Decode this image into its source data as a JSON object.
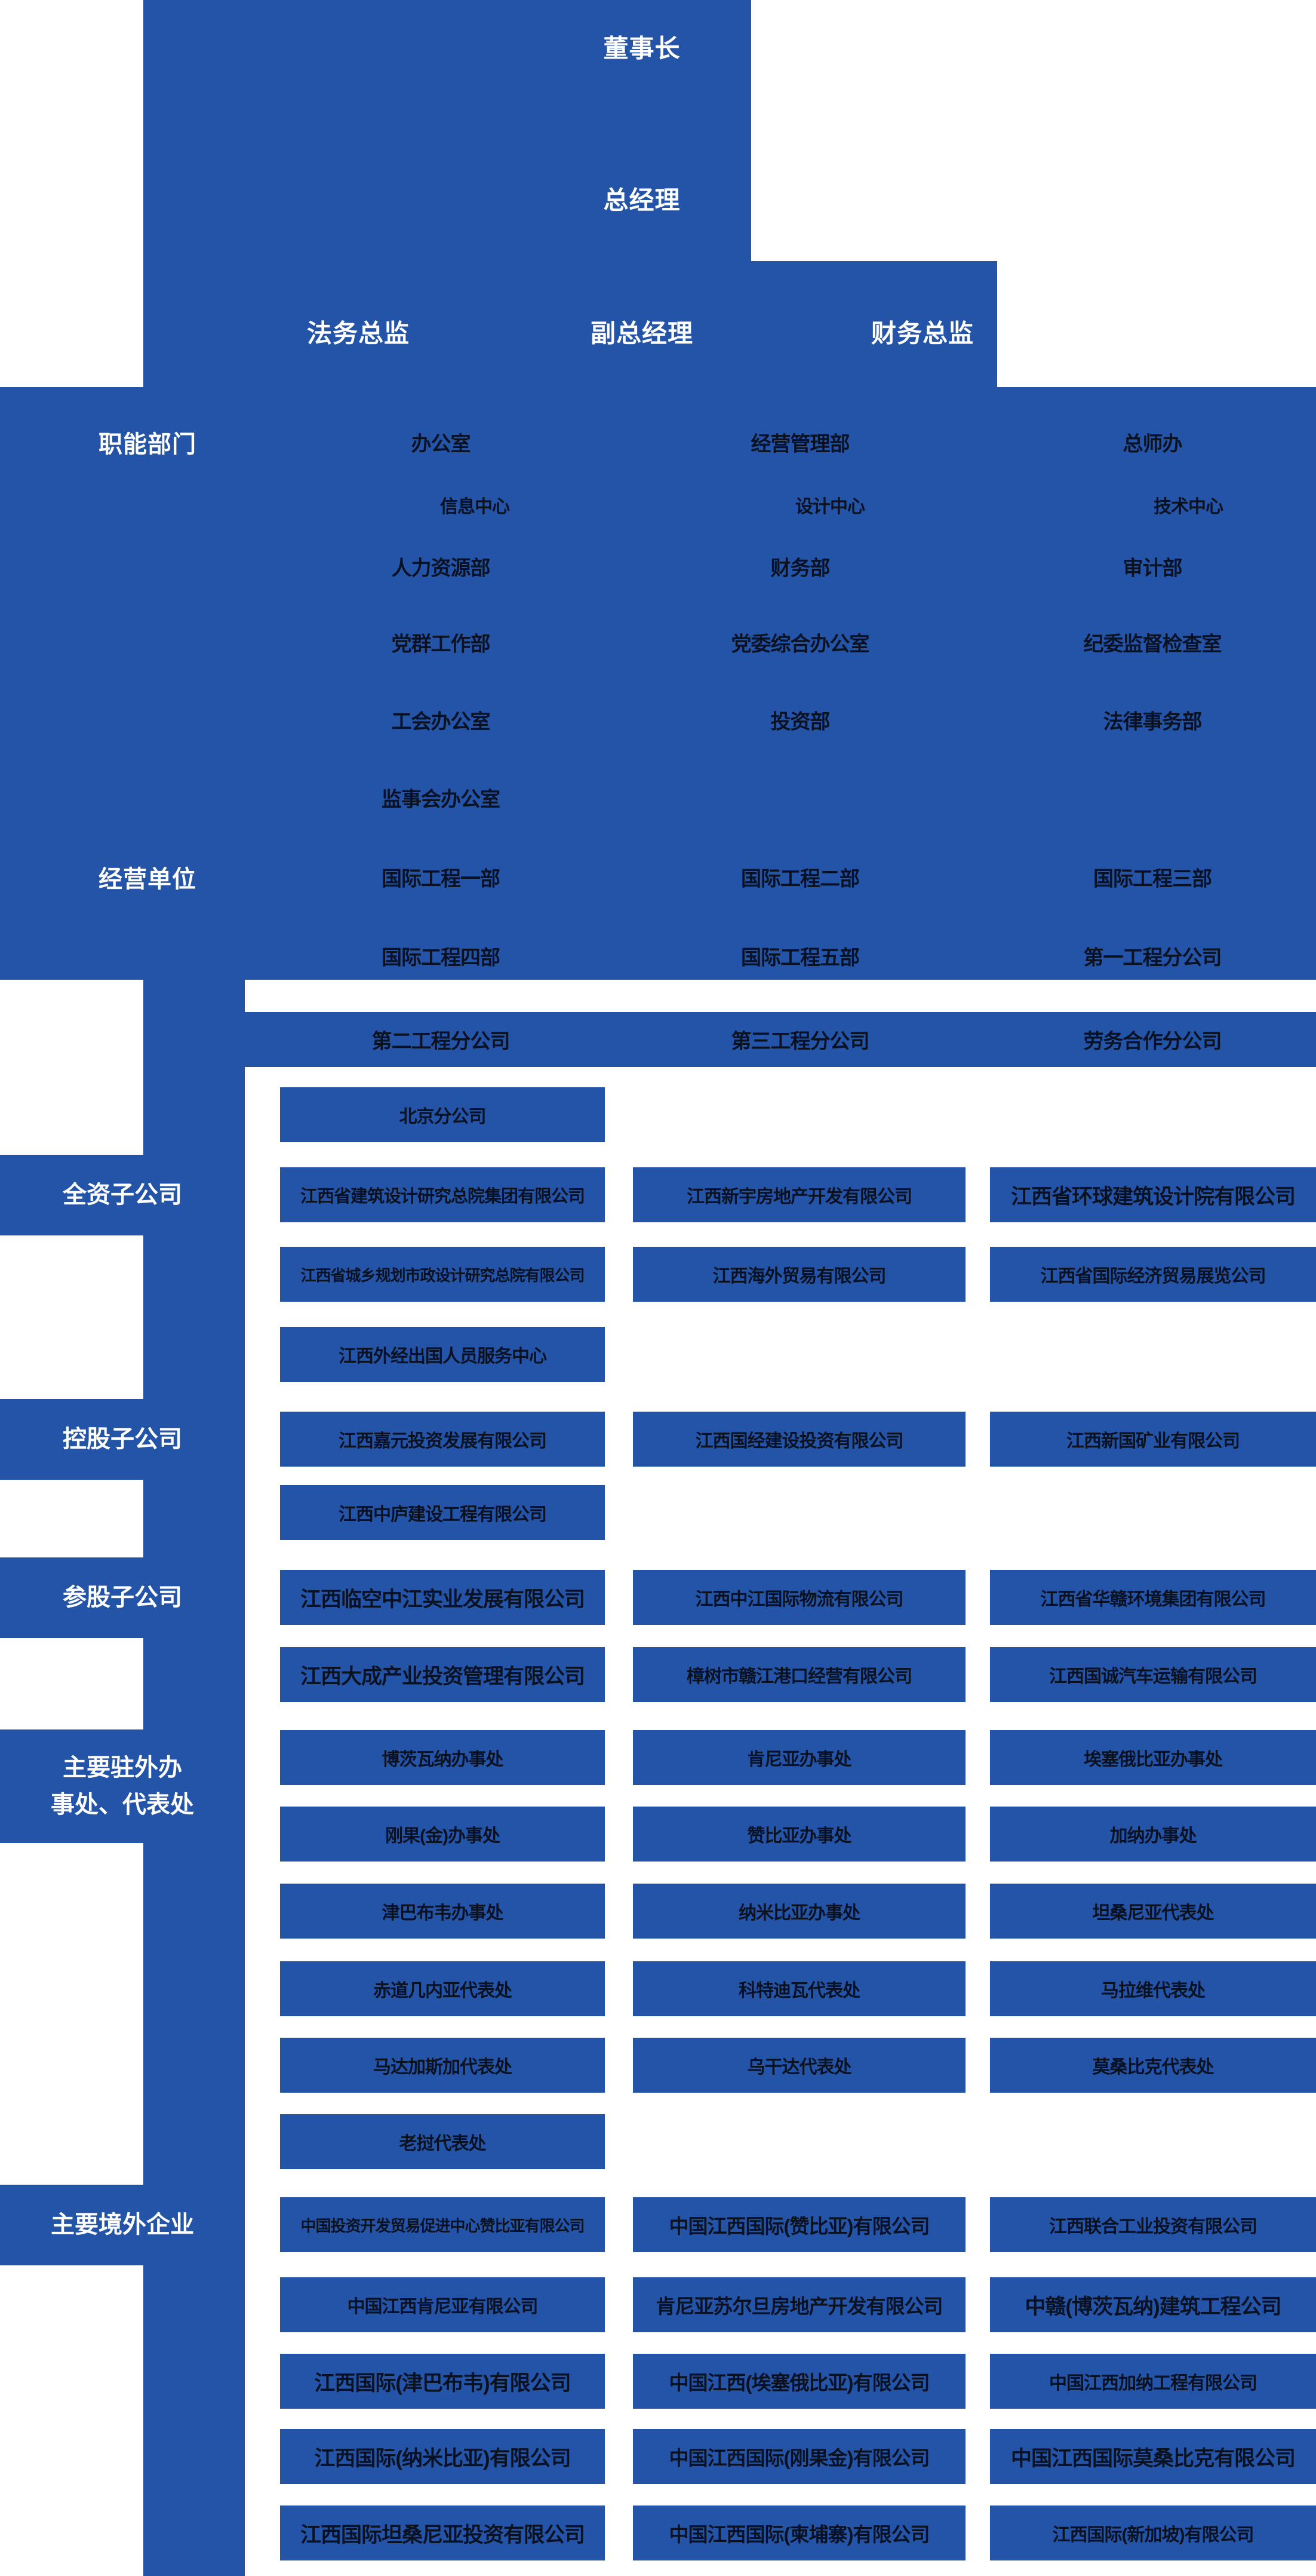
{
  "colors": {
    "panel_blue": "#2454a8",
    "node_text": "#0a1222",
    "label_text": "#ffffff",
    "background": "#ffffff"
  },
  "executives": {
    "chairman": "董事长",
    "general_manager": "总经理",
    "legal_director": "法务总监",
    "deputy_general_manager": "副总经理",
    "finance_director": "财务总监"
  },
  "sections": [
    {
      "id": "functional-departments",
      "label": "职能部门",
      "rows": [
        {
          "cells": [
            "办公室",
            "经营管理部",
            "总师办"
          ]
        },
        {
          "cells": [
            "信息中心",
            "设计中心",
            "技术中心"
          ]
        },
        {
          "cells": [
            "人力资源部",
            "财务部",
            "审计部"
          ]
        },
        {
          "cells": [
            "党群工作部",
            "党委综合办公室",
            "纪委监督检查室"
          ]
        },
        {
          "cells": [
            "工会办公室",
            "投资部",
            "法律事务部"
          ]
        },
        {
          "cells": [
            "监事会办公室"
          ]
        }
      ]
    },
    {
      "id": "business-units",
      "label": "经营单位",
      "rows": [
        {
          "cells": [
            "国际工程一部",
            "国际工程二部",
            "国际工程三部"
          ]
        },
        {
          "cells": [
            "国际工程四部",
            "国际工程五部",
            "第一工程分公司"
          ]
        },
        {
          "cells": [
            "第二工程分公司",
            "第三工程分公司",
            "劳务合作分公司"
          ]
        },
        {
          "cells": [
            "北京分公司"
          ]
        }
      ]
    },
    {
      "id": "wholly-owned-subsidiaries",
      "label": "全资子公司",
      "rows": [
        {
          "cells": [
            "江西省建筑设计研究总院集团有限公司",
            "江西新宇房地产开发有限公司",
            "江西省环球建筑设计院有限公司"
          ]
        },
        {
          "cells": [
            "江西省城乡规划市政设计研究总院有限公司",
            "江西海外贸易有限公司",
            "江西省国际经济贸易展览公司"
          ]
        },
        {
          "cells": [
            "江西外经出国人员服务中心"
          ]
        }
      ]
    },
    {
      "id": "holding-subsidiaries",
      "label": "控股子公司",
      "rows": [
        {
          "cells": [
            "江西嘉元投资发展有限公司",
            "江西国经建设投资有限公司",
            "江西新国矿业有限公司"
          ]
        },
        {
          "cells": [
            "江西中庐建设工程有限公司"
          ]
        }
      ]
    },
    {
      "id": "minority-stake-subsidiaries",
      "label": "参股子公司",
      "rows": [
        {
          "cells": [
            "江西临空中江实业发展有限公司",
            "江西中江国际物流有限公司",
            "江西省华赣环境集团有限公司"
          ]
        },
        {
          "cells": [
            "江西大成产业投资管理有限公司",
            "樟树市赣江港口经营有限公司",
            "江西国诚汽车运输有限公司"
          ]
        }
      ]
    },
    {
      "id": "overseas-offices",
      "label": "主要驻外办事处、代表处",
      "label_lines": [
        "主要驻外办",
        "事处、代表处"
      ],
      "rows": [
        {
          "cells": [
            "博茨瓦纳办事处",
            "肯尼亚办事处",
            "埃塞俄比亚办事处"
          ]
        },
        {
          "cells": [
            "刚果(金)办事处",
            "赞比亚办事处",
            "加纳办事处"
          ]
        },
        {
          "cells": [
            "津巴布韦办事处",
            "纳米比亚办事处",
            "坦桑尼亚代表处"
          ]
        },
        {
          "cells": [
            "赤道几内亚代表处",
            "科特迪瓦代表处",
            "马拉维代表处"
          ]
        },
        {
          "cells": [
            "马达加斯加代表处",
            "乌干达代表处",
            "莫桑比克代表处"
          ]
        },
        {
          "cells": [
            "老挝代表处"
          ]
        }
      ]
    },
    {
      "id": "overseas-enterprises",
      "label": "主要境外企业",
      "rows": [
        {
          "cells": [
            "中国投资开发贸易促进中心赞比亚有限公司",
            "中国江西国际(赞比亚)有限公司",
            "江西联合工业投资有限公司"
          ]
        },
        {
          "cells": [
            "中国江西肯尼亚有限公司",
            "肯尼亚苏尔旦房地产开发有限公司",
            "中赣(博茨瓦纳)建筑工程公司"
          ]
        },
        {
          "cells": [
            "江西国际(津巴布韦)有限公司",
            "中国江西(埃塞俄比亚)有限公司",
            "中国江西加纳工程有限公司"
          ]
        },
        {
          "cells": [
            "江西国际(纳米比亚)有限公司",
            "中国江西国际(刚果金)有限公司",
            "中国江西国际莫桑比克有限公司"
          ]
        },
        {
          "cells": [
            "江西国际坦桑尼亚投资有限公司",
            "中国江西国际(柬埔寨)有限公司",
            "江西国际(新加坡)有限公司"
          ]
        }
      ]
    }
  ]
}
